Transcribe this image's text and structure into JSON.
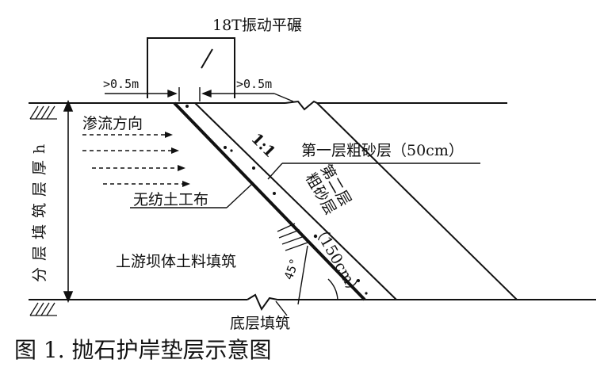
{
  "diagram": {
    "roller": "18T振动平碾",
    "gap_left": ">0.5m",
    "gap_right": ">0.5m",
    "seepage": "渗流方向",
    "slope": "1:1",
    "layer1": "第一层粗砂层（50cm）",
    "layer2_line1": "第二层",
    "layer2_line2": "粗砂层",
    "layer2_size": "（150cm）",
    "geotextile": "无纺土工布",
    "upstream": "上游坝体土料填筑",
    "bottom": "底层填筑",
    "angle": "45°",
    "vertical": "分层填筑层厚h"
  },
  "caption": "图 1. 抛石护岸垫层示意图"
}
